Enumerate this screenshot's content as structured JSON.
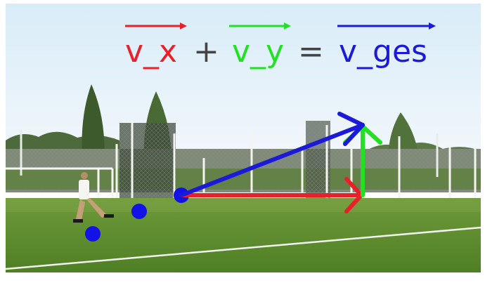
{
  "equation": {
    "term_x": "v_x",
    "plus": "+",
    "term_y": "v_y",
    "equals": "=",
    "term_result": "v_ges"
  },
  "colors": {
    "x_vector": "#e8202a",
    "y_vector": "#22e022",
    "result_vector": "#1a1ad8",
    "operator": "#444444",
    "ball": "#1212e6"
  }
}
